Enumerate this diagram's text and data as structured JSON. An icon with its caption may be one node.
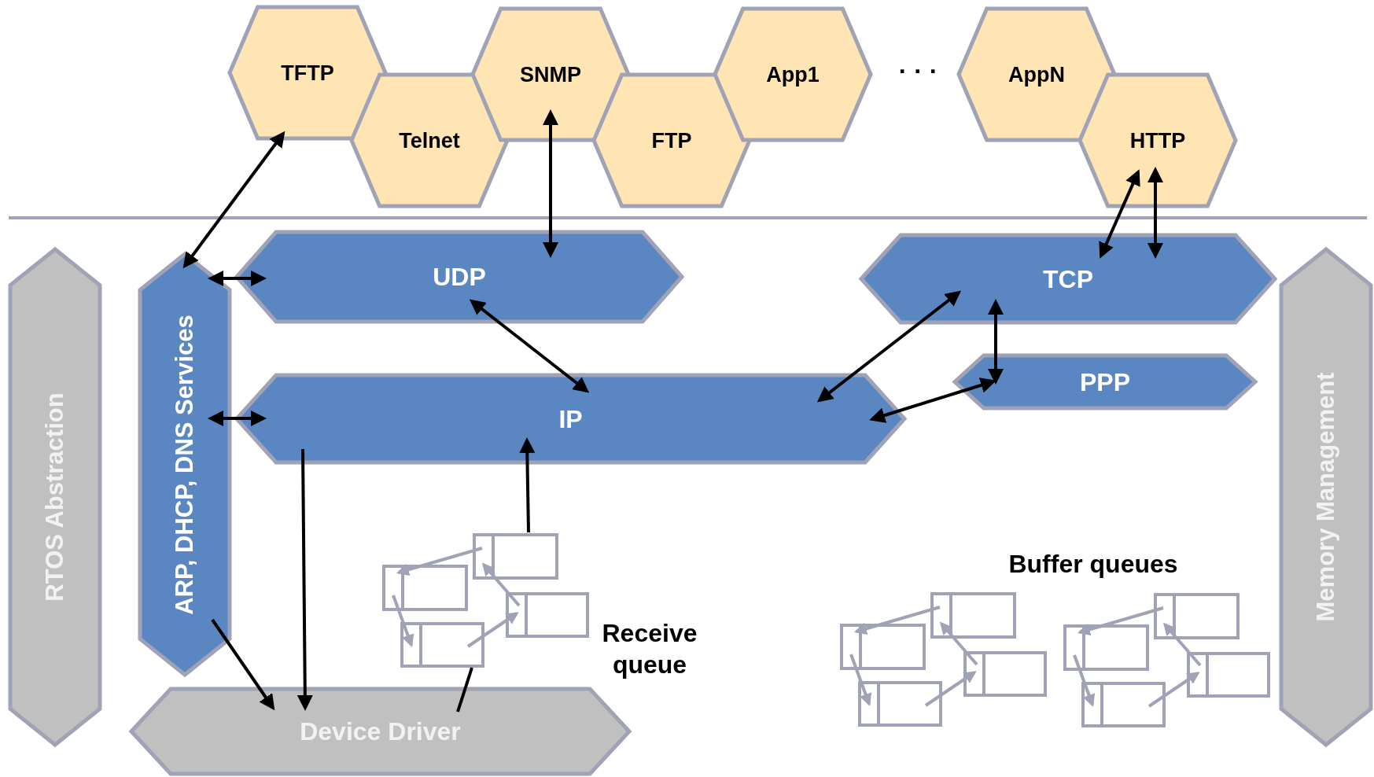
{
  "diagram": {
    "nodes": [
      {
        "text": [
          "TFTP"
        ]
      },
      {
        "text": [
          "Telnet"
        ]
      },
      {
        "text": [
          "SNMP"
        ]
      },
      {
        "text": [
          "FTP"
        ]
      },
      {
        "text": [
          "App1"
        ]
      },
      {
        "text": [
          "AppN"
        ]
      },
      {
        "text": [
          "HTTP"
        ]
      },
      {
        "text": [
          "RTOS Abstraction"
        ]
      },
      {
        "text": [
          "ARP, DHCP, DNS Services"
        ]
      },
      {
        "text": [
          "UDP"
        ]
      },
      {
        "text": [
          "TCP"
        ]
      },
      {
        "text": [
          "IP"
        ]
      },
      {
        "text": [
          "PPP"
        ]
      },
      {
        "text": [
          "Memory Management"
        ]
      },
      {
        "text": [],
        "shape": "picture",
        "beside": [
          "Receive queue"
        ]
      },
      {
        "text": [
          "Device Driver"
        ]
      }
    ],
    "edges": [
      {
        "from": 0,
        "to": 8,
        "arrow": "both"
      },
      {
        "from": 8,
        "to": 9,
        "arrow": "both"
      },
      {
        "from": 8,
        "to": 11,
        "arrow": "both"
      },
      {
        "from": 2,
        "to": 9,
        "arrow": "both"
      },
      {
        "from": 9,
        "to": 11,
        "arrow": "both"
      },
      {
        "from": 6,
        "to": 10,
        "arrow": "both"
      },
      {
        "from": 6,
        "to": 10,
        "arrow": "both"
      },
      {
        "from": 10,
        "to": 11,
        "arrow": "both"
      },
      {
        "from": 10,
        "to": 12,
        "arrow": "both"
      },
      {
        "from": 12,
        "to": 11,
        "arrow": "both"
      },
      {
        "from": 11,
        "to": 15,
        "arrow": "to"
      },
      {
        "from": 8,
        "to": 15,
        "arrow": "to"
      },
      {
        "from": 14,
        "to": 11,
        "arrow": "to"
      },
      {
        "from": 15,
        "to": 14,
        "arrow": "none"
      }
    ],
    "labels": [
      "· · ·",
      "Buffer queues"
    ]
  }
}
